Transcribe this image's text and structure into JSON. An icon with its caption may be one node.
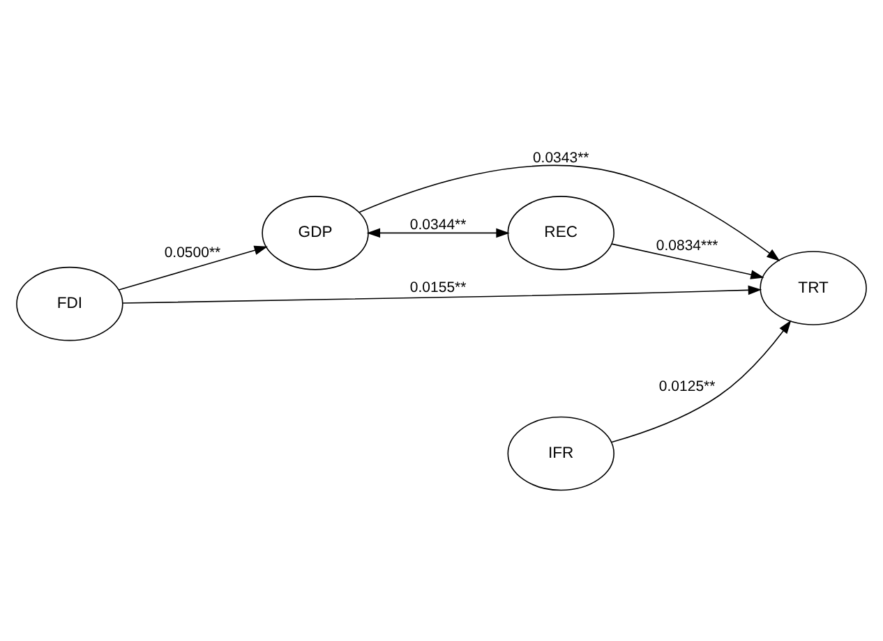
{
  "diagram": {
    "nodes": [
      {
        "text": [
          "GDP"
        ]
      },
      {
        "text": [
          "FDI"
        ]
      },
      {
        "text": [
          "TRT"
        ]
      },
      {
        "text": [
          "REC"
        ]
      },
      {
        "text": [
          "IFR"
        ]
      }
    ],
    "edges": [
      {
        "from": 1,
        "to": 0,
        "arrow": "to",
        "label": "0.0500**"
      },
      {
        "from": 0,
        "to": 2,
        "arrow": "to",
        "label": "0.0343**"
      },
      {
        "from": 1,
        "to": 2,
        "arrow": "to",
        "label": "0.0155**"
      },
      {
        "from": 0,
        "to": 3,
        "arrow": "both",
        "label": "0.0344**"
      },
      {
        "from": 3,
        "to": 2,
        "arrow": "to",
        "label": "0.0834***"
      },
      {
        "from": 4,
        "to": 2,
        "arrow": "to",
        "label": "0.0125**"
      }
    ]
  }
}
